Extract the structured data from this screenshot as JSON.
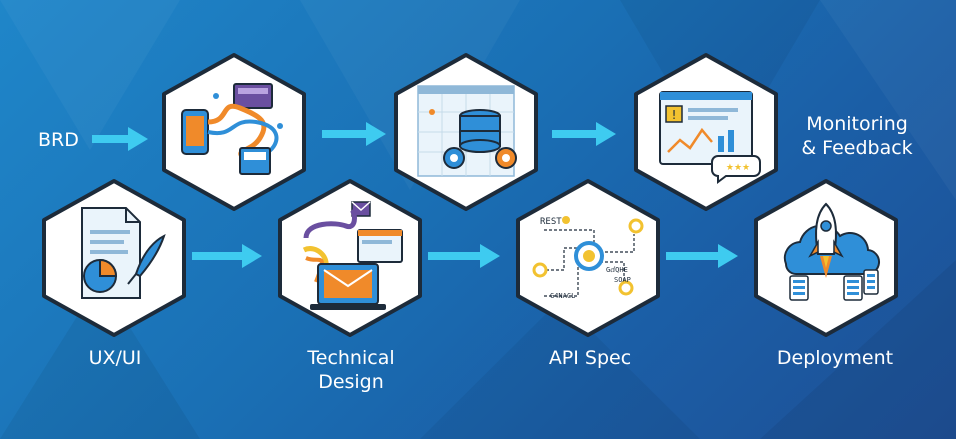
{
  "labels": {
    "brd": "BRD",
    "ux_ui": "UX/UI",
    "technical_design_line1": "Technical",
    "technical_design_line2": "Design",
    "api_spec": "API Spec",
    "monitoring_line1": "Monitoring",
    "monitoring_line2": "& Feedback",
    "deployment": "Deployment"
  },
  "api_diagram_text": {
    "rest": "REST",
    "graphql_a": "GⅆQHE",
    "graphql_b": "G4NACL",
    "soap": "SOAP"
  },
  "colors": {
    "arrow": "#3ecbf0",
    "hex_border": "#1d2b3a",
    "hex_fill": "#ffffff",
    "accent_orange": "#f08a2a",
    "accent_blue": "#2f8fd8",
    "accent_purple": "#6a4fa0",
    "accent_yellow": "#f2c230"
  },
  "icons": [
    "document-pen-icon",
    "devices-flow-icon",
    "design-screens-icon",
    "database-gears-icon",
    "api-network-icon",
    "dashboard-monitor-icon",
    "cloud-rocket-icon"
  ]
}
